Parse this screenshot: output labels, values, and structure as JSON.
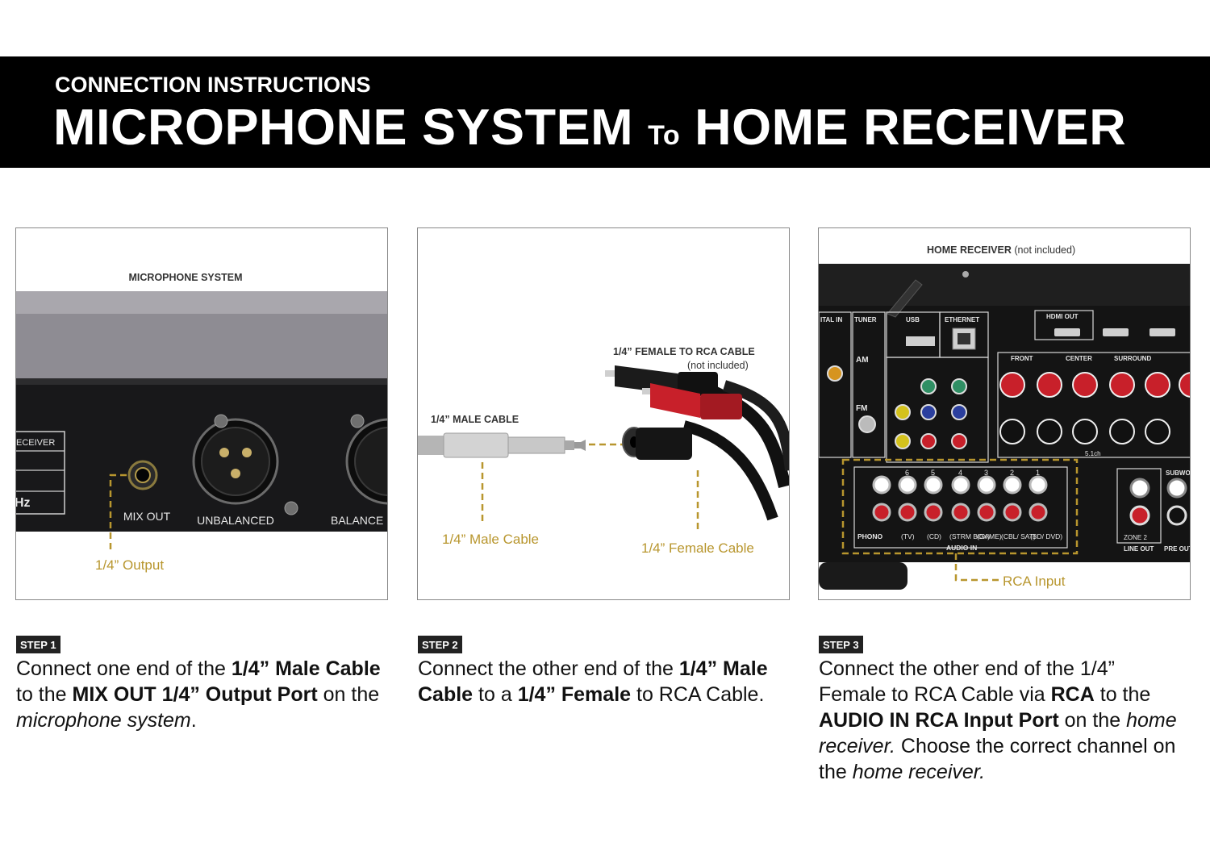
{
  "header": {
    "kicker": "CONNECTION INSTRUCTIONS",
    "title_part1": "MICROPHONE SYSTEM",
    "title_connector": "To",
    "title_part2": "HOME RECEIVER"
  },
  "panel1": {
    "device_label": "MICROPHONE SYSTEM",
    "side_label": "ECEIVER",
    "hz_label": "Hz",
    "mix_out": "MIX OUT",
    "unbalanced": "UNBALANCED",
    "balanced": "BALANCE",
    "callout": "1/4” Output"
  },
  "panel2": {
    "rca_cable_label": "1/4” FEMALE TO RCA CABLE",
    "rca_cable_note": "(not included)",
    "male_cable_label": "1/4” MALE CABLE",
    "callout_male": "1/4” Male Cable",
    "callout_female": "1/4” Female Cable"
  },
  "panel3": {
    "title": "HOME RECEIVER",
    "title_note": "(not included)",
    "callout": "RCA Input",
    "labels": {
      "digital_in": "ITAL IN",
      "tuner": "TUNER",
      "usb": "USB",
      "ethernet": "ETHERNET",
      "hdmi_out": "HDMI OUT",
      "front": "FRONT",
      "center": "CENTER",
      "surround": "SURROUND",
      "audio_in": "AUDIO IN",
      "phono": "PHONO",
      "tv": "(TV)",
      "cd": "(CD)",
      "strm_box": "(STRM BOX)",
      "game": "(GAME)",
      "cbl_sat": "(CBL/ SAT)",
      "bd_dvd": "(BD/ DVD)",
      "zone2": "ZONE 2",
      "line_out": "LINE OUT",
      "subwoofer": "SUBWO",
      "pre_out": "PRE OUT",
      "am": "AM",
      "fm": "FM",
      "ch51": "5.1ch"
    },
    "channel_numbers": [
      "6",
      "5",
      "4",
      "3",
      "2",
      "1"
    ]
  },
  "steps": [
    {
      "badge": "STEP 1",
      "segments": [
        {
          "text": "Connect one end of the ",
          "style": "normal"
        },
        {
          "text": "1/4” Male Cable",
          "style": "bold"
        },
        {
          "text": " to the ",
          "style": "normal"
        },
        {
          "text": "MIX OUT 1/4” Output Port",
          "style": "bold"
        },
        {
          "text": " on the ",
          "style": "normal"
        },
        {
          "text": "microphone system",
          "style": "italic"
        },
        {
          "text": ".",
          "style": "normal"
        }
      ]
    },
    {
      "badge": "STEP 2",
      "segments": [
        {
          "text": "Connect the other end of the ",
          "style": "normal"
        },
        {
          "text": "1/4” Male Cable",
          "style": "bold"
        },
        {
          "text": " to a ",
          "style": "normal"
        },
        {
          "text": "1/4” Female",
          "style": "bold"
        },
        {
          "text": " to RCA Cable.",
          "style": "normal"
        }
      ]
    },
    {
      "badge": "STEP 3",
      "segments": [
        {
          "text": "Connect the other end of the 1/4” Female to RCA Cable via ",
          "style": "normal"
        },
        {
          "text": "RCA",
          "style": "bold"
        },
        {
          "text": " to the ",
          "style": "normal"
        },
        {
          "text": "AUDIO IN RCA Input Port",
          "style": "bold"
        },
        {
          "text": " on the ",
          "style": "normal"
        },
        {
          "text": "home receiver.",
          "style": "italic"
        },
        {
          "text": " Choose the correct channel on the ",
          "style": "normal"
        },
        {
          "text": "home receiver.",
          "style": "italic"
        }
      ]
    }
  ],
  "colors": {
    "callout_gold": "#b8962e",
    "banner_bg": "#000000",
    "badge_bg": "#222222",
    "rca_red": "#c8202a"
  }
}
